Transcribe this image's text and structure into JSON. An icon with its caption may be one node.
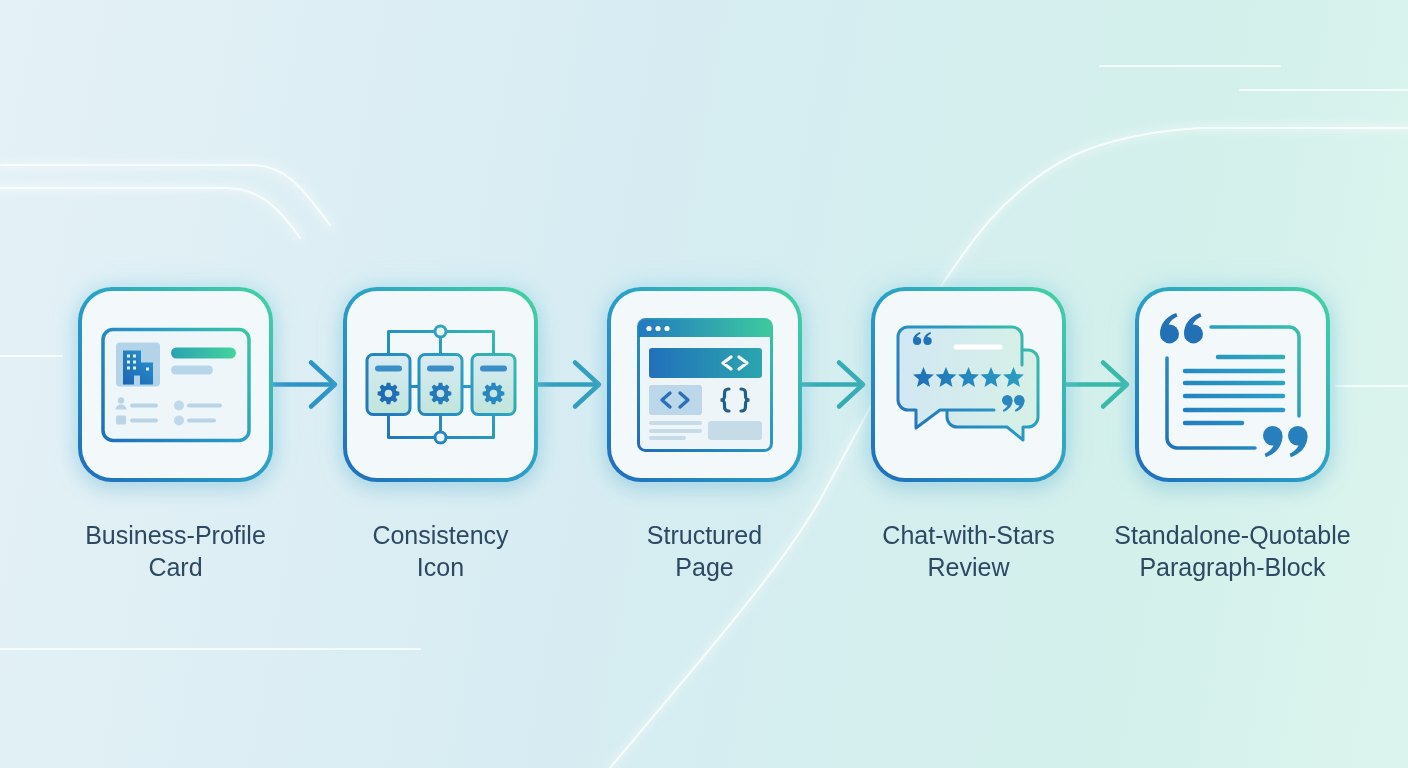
{
  "diagram": {
    "nodes": [
      {
        "text": [
          "Business-Profile Card"
        ]
      },
      {
        "text": [
          "Consistency Icon"
        ]
      },
      {
        "text": [
          "Structured Page"
        ]
      },
      {
        "text": [
          "Chat-with-Stars Review"
        ]
      },
      {
        "text": [
          "Standalone-Quotable Paragraph-Block"
        ]
      }
    ],
    "edges": [
      {
        "from": 0,
        "to": 1,
        "arrow": "to"
      },
      {
        "from": 1,
        "to": 2,
        "arrow": "to"
      },
      {
        "from": 2,
        "to": 3,
        "arrow": "to"
      },
      {
        "from": 3,
        "to": 4,
        "arrow": "to"
      }
    ]
  }
}
